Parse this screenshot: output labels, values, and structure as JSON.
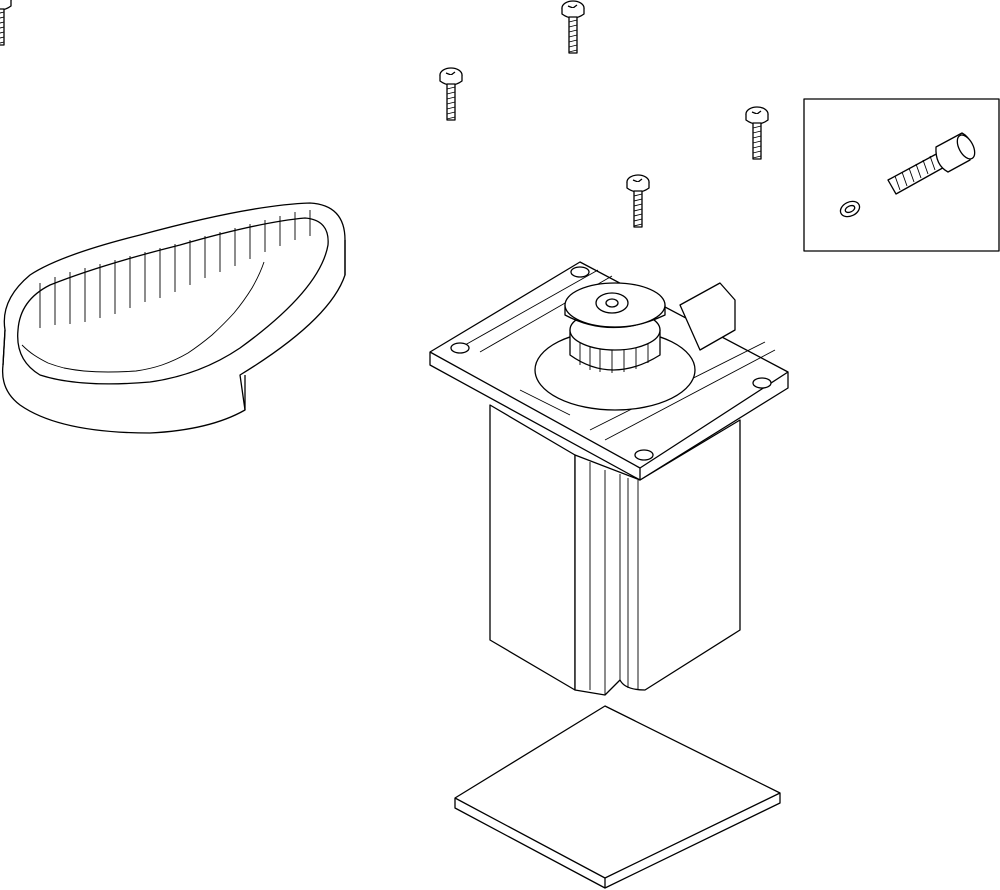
{
  "colors": {
    "line": "#000000",
    "background": "#ffffff"
  },
  "parts": [
    "timing-belt",
    "stepper-motor",
    "pulley",
    "screw",
    "screw",
    "screw",
    "screw",
    "thermal-pad",
    "detail-inset"
  ]
}
